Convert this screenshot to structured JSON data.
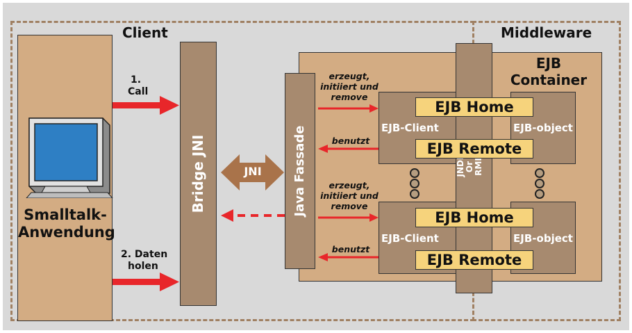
{
  "zones": {
    "client_label": "Client",
    "middleware_label": "Middleware"
  },
  "app": {
    "name_line1": "Smalltalk-",
    "name_line2": "Anwendung"
  },
  "calls": {
    "call_number": "1.",
    "call_label": "Call",
    "fetch_line1": "2. Daten",
    "fetch_line2": "holen"
  },
  "bridge": {
    "label": "Bridge JNI"
  },
  "jni": {
    "label": "JNI"
  },
  "fassade": {
    "label": "Java Fassade"
  },
  "ejb_container": {
    "line1": "EJB",
    "line2": "Container"
  },
  "lookup": {
    "line1": "JNDI",
    "line2": "Or",
    "line3": "RMI"
  },
  "groups": [
    {
      "creates_line1": "erzeugt,",
      "creates_line2": "initiiert und",
      "creates_line3": "remove",
      "uses": "benutzt",
      "client": "EJB-Client",
      "object": "EJB-object",
      "home": "EJB Home",
      "remote": "EJB Remote"
    },
    {
      "creates_line1": "erzeugt,",
      "creates_line2": "initiiert und",
      "creates_line3": "remove",
      "uses": "benutzt",
      "client": "EJB-Client",
      "object": "EJB-object",
      "home": "EJB Home",
      "remote": "EJB Remote"
    }
  ],
  "colors": {
    "arrow": "#e8262a",
    "jni_arrow": "#a9734a",
    "bar": "#f6d37c",
    "tan": "#d3ac83",
    "brown": "#a78a6f"
  }
}
